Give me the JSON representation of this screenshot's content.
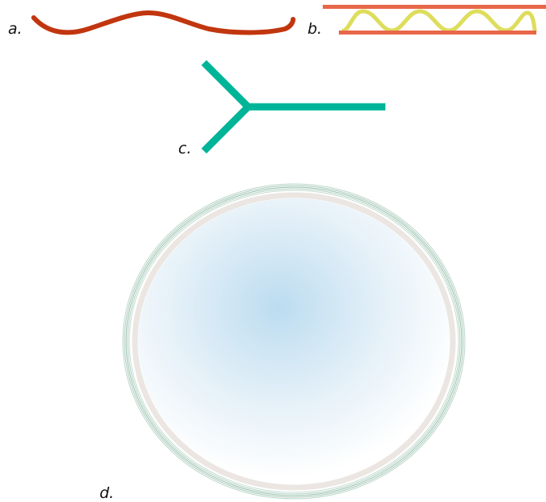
{
  "labels": {
    "a": "a.",
    "b": "b.",
    "c": "c.",
    "d": "d."
  },
  "colors": {
    "wavy_line": "#c1360f",
    "strip_lines": "#e8674a",
    "strip_wave": "#dedd5c",
    "branch": "#00b498",
    "ring_outer": "#3d8a66",
    "ring_inner": "#ebe6e2",
    "disc_center": "#bcdcf0",
    "disc_edge": "#ffffff"
  },
  "icons": {
    "a": "wavy-line-icon",
    "b": "wave-between-rails-icon",
    "c": "y-branch-icon",
    "d": "circular-disc-icon"
  }
}
